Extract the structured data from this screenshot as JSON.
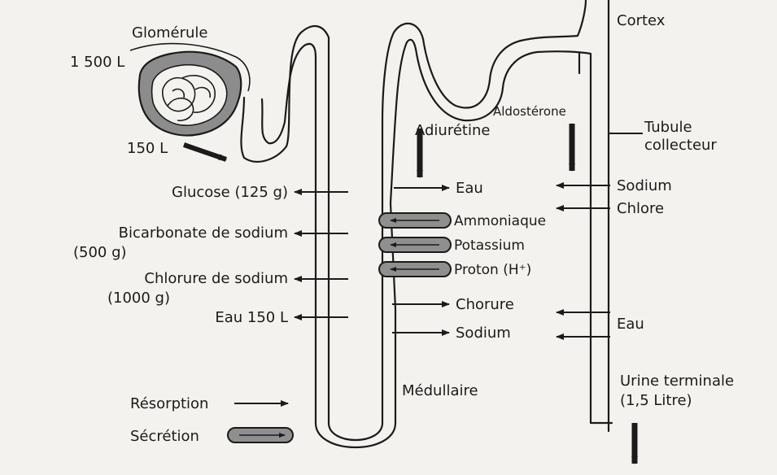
{
  "labels": {
    "glomerule": "Glomérule",
    "filtrate_in": "1 500 L",
    "filtrate_out": "150 L",
    "cortex": "Cortex",
    "aldosterone": "Aldostérone",
    "adiuretine": "Adiurétine",
    "tubule_line1": "Tubule",
    "tubule_line2": "collecteur",
    "medullaire": "Médullaire",
    "urine_line1": "Urine terminale",
    "urine_line2": "(1,5 Litre)"
  },
  "reabsorbed_left": [
    {
      "line1": "Glucose (125 g)",
      "line2": ""
    },
    {
      "line1": "Bicarbonate de sodium",
      "line2": "(500 g)"
    },
    {
      "line1": "Chlorure de sodium",
      "line2": "(1000 g)"
    },
    {
      "line1": "Eau 150 L",
      "line2": ""
    }
  ],
  "distal": {
    "resorption": [
      "Eau",
      "Chorure",
      "Sodium"
    ],
    "secretion": [
      "Ammoniaque",
      "Potassium",
      "Proton (H⁺)"
    ]
  },
  "collecting": [
    "Sodium",
    "Chlore",
    "Eau"
  ],
  "legend": {
    "resorption": "Résorption",
    "secretion": "Sécrétion"
  },
  "colors": {
    "ink": "#1b1b1b",
    "secretion_fill": "#8f8f8f",
    "background": "#f4f2ee"
  }
}
